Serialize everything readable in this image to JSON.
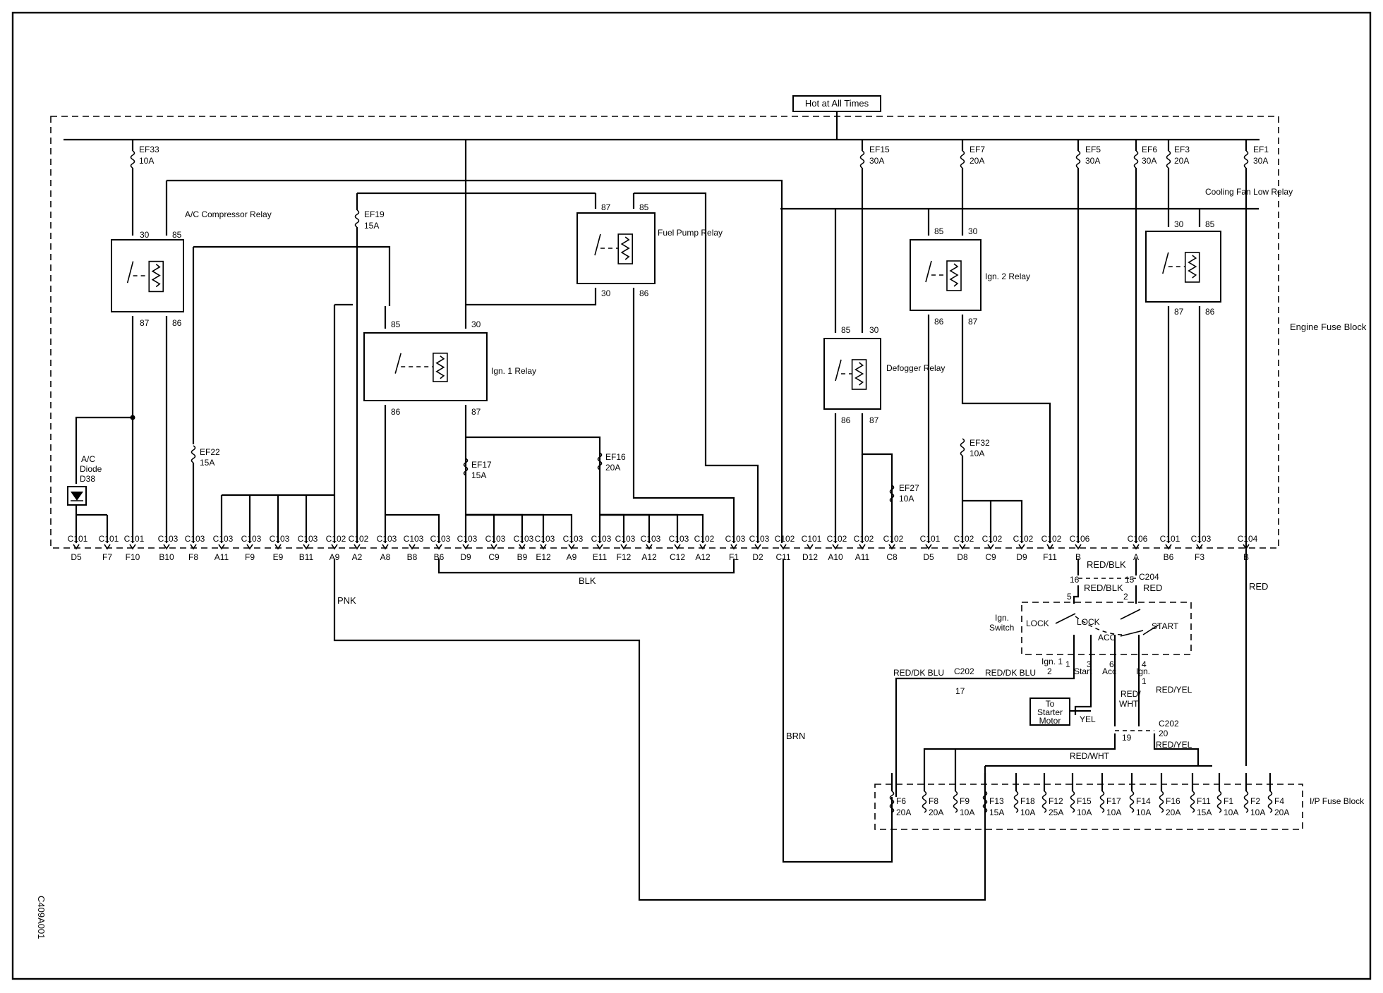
{
  "diagram_id": "C409A001",
  "hot_at_all_times": "Hot at All Times",
  "engine_fuse_block": "Engine Fuse Block",
  "ip_fuse_block": "I/P Fuse Block",
  "fuses": [
    {
      "id": "ef33",
      "name": "EF33",
      "rating": "10A"
    },
    {
      "id": "ef19",
      "name": "EF19",
      "rating": "15A"
    },
    {
      "id": "ef22",
      "name": "EF22",
      "rating": "15A"
    },
    {
      "id": "ef17",
      "name": "EF17",
      "rating": "15A"
    },
    {
      "id": "ef16",
      "name": "EF16",
      "rating": "20A"
    },
    {
      "id": "ef15",
      "name": "EF15",
      "rating": "30A"
    },
    {
      "id": "ef7",
      "name": "EF7",
      "rating": "20A"
    },
    {
      "id": "ef5",
      "name": "EF5",
      "rating": "30A"
    },
    {
      "id": "ef6",
      "name": "EF6",
      "rating": "30A"
    },
    {
      "id": "ef3",
      "name": "EF3",
      "rating": "20A"
    },
    {
      "id": "ef1",
      "name": "EF1",
      "rating": "30A"
    },
    {
      "id": "ef27",
      "name": "EF27",
      "rating": "10A"
    },
    {
      "id": "ef32",
      "name": "EF32",
      "rating": "10A"
    }
  ],
  "relays": [
    {
      "id": "ac",
      "name": "A/C Compressor Relay"
    },
    {
      "id": "fuelpump",
      "name": "Fuel Pump Relay"
    },
    {
      "id": "ign1",
      "name": "Ign. 1 Relay"
    },
    {
      "id": "defogger",
      "name": "Defogger Relay"
    },
    {
      "id": "ign2",
      "name": "Ign. 2 Relay"
    },
    {
      "id": "coolfan",
      "name": "Cooling Fan Low Relay"
    }
  ],
  "diode": {
    "line1": "A/C",
    "line2": "Diode",
    "line3": "D38"
  },
  "connectors_top": [
    "C101",
    "C101",
    "C101",
    "C103",
    "C103",
    "C103",
    "C103",
    "C103",
    "C103",
    "C102",
    "C102",
    "C103",
    "C103",
    "C103",
    "C103",
    "C103",
    "C103",
    "C103",
    "C103",
    "C103",
    "C103",
    "C103",
    "C103",
    "C102",
    "C103",
    "C103",
    "C102",
    "C101",
    "C102",
    "C102",
    "C102",
    "C101",
    "C102",
    "C102",
    "C102",
    "C102",
    "C106",
    "C106",
    "C101",
    "C103",
    "C104"
  ],
  "pins_bottom": [
    "D5",
    "F7",
    "F10",
    "B10",
    "F8",
    "A11",
    "F9",
    "E9",
    "B11",
    "A9",
    "A2",
    "A8",
    "B8",
    "B6",
    "D9",
    "C9",
    "B9",
    "E12",
    "A9",
    "E11",
    "F12",
    "A12",
    "C12",
    "A12",
    "F1",
    "D2",
    "C11",
    "D12",
    "A10",
    "A11",
    "C8",
    "D5",
    "D8",
    "C9",
    "D9",
    "F11",
    "B",
    "A",
    "B6",
    "F3",
    "B"
  ],
  "relay_pins": [
    "30",
    "85",
    "87",
    "86",
    "87",
    "85",
    "30",
    "86",
    "85",
    "30",
    "87",
    "86",
    "85",
    "30",
    "86",
    "87",
    "85",
    "30",
    "86",
    "87",
    "30",
    "85",
    "87",
    "86"
  ],
  "wire_colors": {
    "blk": "BLK",
    "pnk": "PNK",
    "brn": "BRN",
    "red": "RED",
    "red_blk_1": "RED/BLK",
    "red_blk_2": "RED/BLK",
    "red_dk_blu_1": "RED/DK BLU",
    "red_dk_blu_2": "RED/DK BLU",
    "yel": "YEL",
    "red_wht_1": "RED/",
    "red_wht_2": "WHT",
    "red_yel_1": "RED/YEL",
    "red_yel_2": "RED/YEL",
    "red_wht_3": "RED/WHT"
  },
  "ign_switch": {
    "label_1": "Ign.",
    "label_2": "Switch",
    "lock_1": "LOCK",
    "lock_2": "LOCK",
    "acc": "ACC",
    "start": "START",
    "ign1_1": "Ign. 1",
    "ign1_2": "2",
    "start_label": "Start",
    "acc_label": "Acc",
    "ign_1": "Ign.",
    "ign_2": "1"
  },
  "connector_labels": {
    "c204": "C204",
    "c202_a": "C202",
    "c202_b": "C202",
    "pin_b": "B",
    "pin_15": "15",
    "pin_16": "16",
    "pin_5": "5",
    "pin_2": "2",
    "pin_1": "1",
    "pin_3": "3",
    "pin_6": "6",
    "pin_4": "4",
    "pin_17": "17",
    "pin_19": "19",
    "pin_20": "20"
  },
  "starter": {
    "line1": "To",
    "line2": "Starter",
    "line3": "Motor"
  },
  "ip_fuses": [
    {
      "name": "F6",
      "rating": "20A"
    },
    {
      "name": "F8",
      "rating": "20A"
    },
    {
      "name": "F9",
      "rating": "10A"
    },
    {
      "name": "F13",
      "rating": "15A"
    },
    {
      "name": "F18",
      "rating": "10A"
    },
    {
      "name": "F12",
      "rating": "25A"
    },
    {
      "name": "F15",
      "rating": "10A"
    },
    {
      "name": "F17",
      "rating": "10A"
    },
    {
      "name": "F14",
      "rating": "10A"
    },
    {
      "name": "F16",
      "rating": "20A"
    },
    {
      "name": "F11",
      "rating": "15A"
    },
    {
      "name": "F1",
      "rating": "10A"
    },
    {
      "name": "F2",
      "rating": "10A"
    },
    {
      "name": "F4",
      "rating": "20A"
    }
  ]
}
